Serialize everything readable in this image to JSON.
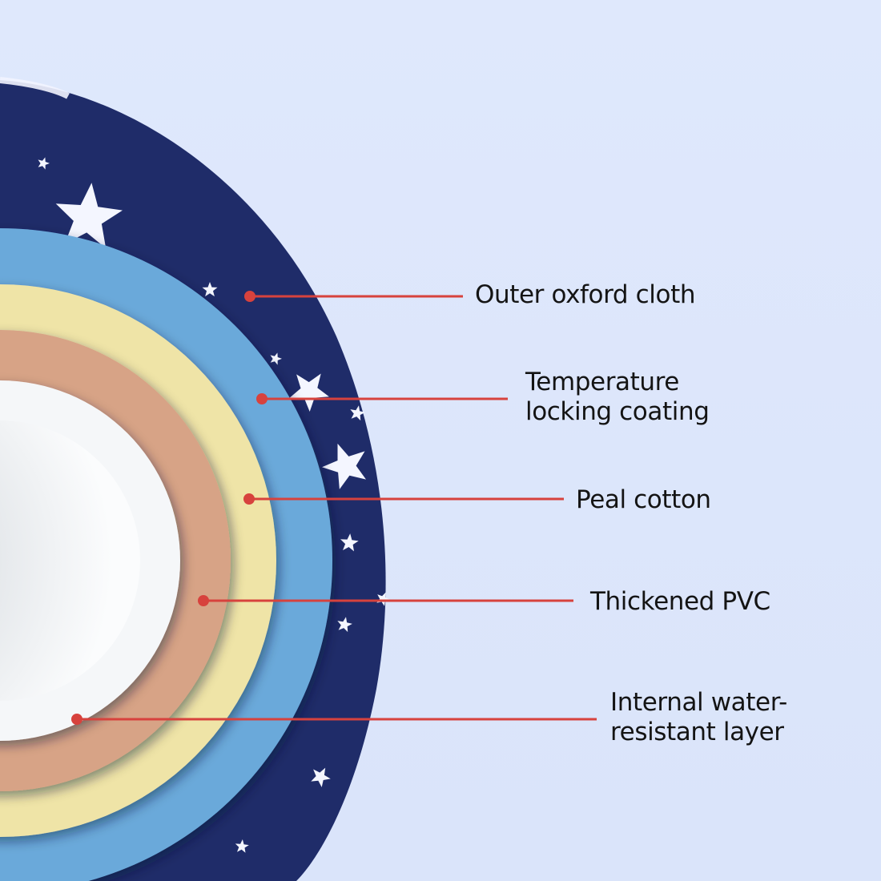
{
  "diagram": {
    "layers": [
      {
        "key": "outer",
        "label": "Outer oxford cloth",
        "color": "#1e2c66"
      },
      {
        "key": "coating",
        "label": "Temperature locking coating",
        "color": "#69a8d8"
      },
      {
        "key": "cotton",
        "label": "Peal cotton",
        "color": "#ece2a6"
      },
      {
        "key": "pvc",
        "label": "Thickened PVC",
        "color": "#d9a58a"
      },
      {
        "key": "inner",
        "label": "Internal water-resistant layer",
        "color": "#f4f6f8"
      }
    ],
    "labels": {
      "outer": [
        "Outer oxford cloth"
      ],
      "coating": [
        "Temperature",
        "locking coating"
      ],
      "cotton": [
        "Peal cotton"
      ],
      "pvc": [
        "Thickened PVC"
      ],
      "inner": [
        "Internal water-",
        "resistant layer"
      ]
    },
    "leader_color": "#d7423d"
  }
}
